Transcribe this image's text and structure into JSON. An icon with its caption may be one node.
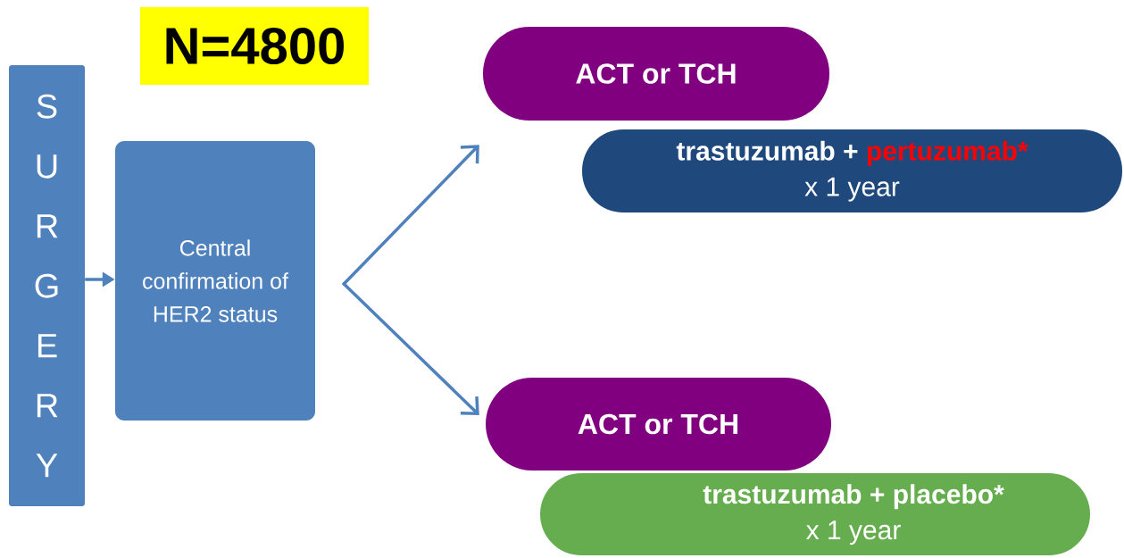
{
  "diagram": {
    "nodes": [
      {
        "text": [
          "N=4800"
        ]
      },
      {
        "text": [
          "SURGERY"
        ]
      },
      {
        "text": [
          "Central confirmation of HER2 status"
        ]
      },
      {
        "text": [
          "ACT or TCH"
        ]
      },
      {
        "text": [
          "trastuzumab +",
          "pertuzumab*",
          "x 1 year"
        ]
      },
      {
        "text": [
          "ACT or TCH"
        ]
      },
      {
        "text": [
          "trastuzumab + placebo*",
          "x 1 year"
        ]
      }
    ],
    "edges": [
      {
        "from": 1,
        "to": 2,
        "arrow": "to"
      },
      {
        "from": 2,
        "to": 3,
        "arrow": "to"
      },
      {
        "from": 2,
        "to": 5,
        "arrow": "to"
      }
    ]
  }
}
